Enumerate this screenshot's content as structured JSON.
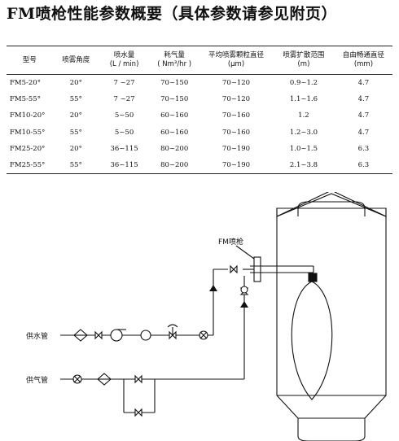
{
  "title": "FM喷枪性能参数概要（具体参数请参见附页）",
  "table": {
    "headers": [
      [
        "型号"
      ],
      [
        "喷雾角度"
      ],
      [
        "喷水量",
        "(L / min)"
      ],
      [
        "耗气量",
        "( Nm³/hr )"
      ],
      [
        "平均喷雾颗粒直径",
        "(μm)"
      ],
      [
        "喷雾扩散范围",
        "(m)"
      ],
      [
        "自由畅通直径",
        "(mm)"
      ]
    ],
    "rows": [
      [
        "FM5-20°",
        "20°",
        "7 ~27",
        "70~150",
        "70~120",
        "0.9~1.2",
        "4.7"
      ],
      [
        "FM5-55°",
        "55°",
        "7 ~27",
        "70~150",
        "70~120",
        "1.1~1.6",
        "4.7"
      ],
      [
        "FM10-20°",
        "20°",
        "5~50",
        "60~160",
        "70~160",
        "1.2",
        "4.7"
      ],
      [
        "FM10-55°",
        "55°",
        "5~50",
        "60~160",
        "70~160",
        "1.2~3.0",
        "4.7"
      ],
      [
        "FM25-20°",
        "20°",
        "36~115",
        "80~200",
        "70~190",
        "1.0~1.5",
        "6.3"
      ],
      [
        "FM25-55°",
        "55°",
        "36~115",
        "80~200",
        "70~190",
        "2.1~3.8",
        "6.3"
      ]
    ]
  },
  "diagram": {
    "gun_label": "FM喷枪",
    "water_label": "供水管",
    "air_label": "供气管"
  }
}
